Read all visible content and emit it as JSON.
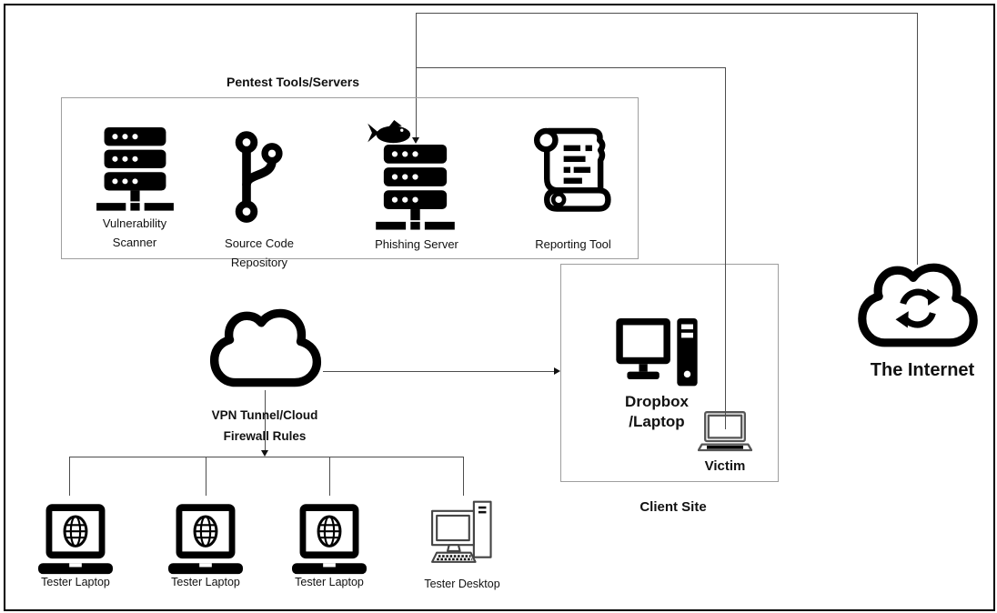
{
  "diagram": {
    "pentest_box": {
      "title": "Pentest Tools/Servers",
      "tools": [
        {
          "name": "vulnerability-scanner",
          "label": "Vulnerability Scanner",
          "icon": "server-stack-icon"
        },
        {
          "name": "source-code-repository",
          "label": "Source Code Repository",
          "icon": "git-branch-icon"
        },
        {
          "name": "phishing-server",
          "label": "Phishing Server",
          "icon": "fish-server-icon"
        },
        {
          "name": "reporting-tool",
          "label": "Reporting Tool",
          "icon": "scroll-icon"
        }
      ]
    },
    "vpn_cloud": {
      "icon": "cloud-icon",
      "label_line1": "VPN Tunnel/Cloud",
      "label_line2": "Firewall Rules"
    },
    "client_site": {
      "label": "Client Site",
      "dropbox_laptop": {
        "icon": "desktop-computer-icon",
        "label_line1": "Dropbox",
        "label_line2": "/Laptop"
      },
      "victim": {
        "icon": "laptop-outline-icon",
        "label": "Victim"
      }
    },
    "internet_cloud": {
      "icon": "cloud-sync-icon",
      "label": "The Internet"
    },
    "testers": [
      {
        "name": "tester-laptop-1",
        "label": "Tester Laptop",
        "icon": "laptop-globe-icon"
      },
      {
        "name": "tester-laptop-2",
        "label": "Tester Laptop",
        "icon": "laptop-globe-icon"
      },
      {
        "name": "tester-laptop-3",
        "label": "Tester Laptop",
        "icon": "laptop-globe-icon"
      },
      {
        "name": "tester-desktop",
        "label": "Tester Desktop",
        "icon": "desktop-outline-icon"
      }
    ],
    "colors": {
      "connector_line": "#4d4d4d",
      "box_border": "#9e9e9e",
      "outer_border": "#000000",
      "icon_ink": "#000000",
      "background": "#ffffff"
    }
  }
}
